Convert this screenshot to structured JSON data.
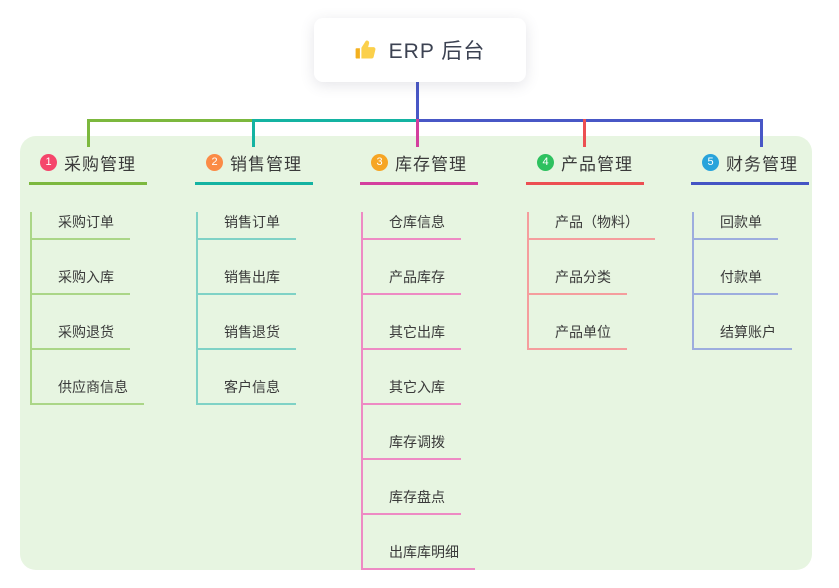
{
  "root": {
    "title": "ERP 后台",
    "icon": "thumbs-up"
  },
  "colors": {
    "connector_blue": "#4857c6",
    "panel_green": "#e7f5e1",
    "root_text": "#3c4252",
    "thumb_hand": "#fbd04b",
    "thumb_cuff": "#f3b01f"
  },
  "branches": [
    {
      "badge": "1",
      "title": "采购管理",
      "color": "#7cb83e",
      "light": "#abd687",
      "badge_color": "#f5466b",
      "children": [
        "采购订单",
        "采购入库",
        "采购退货",
        "供应商信息"
      ]
    },
    {
      "badge": "2",
      "title": "销售管理",
      "color": "#14b3a2",
      "light": "#7fd2c6",
      "badge_color": "#fb8b46",
      "children": [
        "销售订单",
        "销售出库",
        "销售退货",
        "客户信息"
      ]
    },
    {
      "badge": "3",
      "title": "库存管理",
      "color": "#d43f9e",
      "light": "#ee8ac4",
      "badge_color": "#f6a524",
      "children": [
        "仓库信息",
        "产品库存",
        "其它出库",
        "其它入库",
        "库存调拨",
        "库存盘点",
        "出库库明细"
      ]
    },
    {
      "badge": "4",
      "title": "产品管理",
      "color": "#ec4f52",
      "light": "#f59d9d",
      "badge_color": "#2ec15f",
      "children": [
        "产品（物料）",
        "产品分类",
        "产品单位"
      ]
    },
    {
      "badge": "5",
      "title": "财务管理",
      "color": "#4454c4",
      "light": "#9dadde",
      "badge_color": "#28a3db",
      "children": [
        "回款单",
        "付款单",
        "结算账户"
      ]
    }
  ]
}
